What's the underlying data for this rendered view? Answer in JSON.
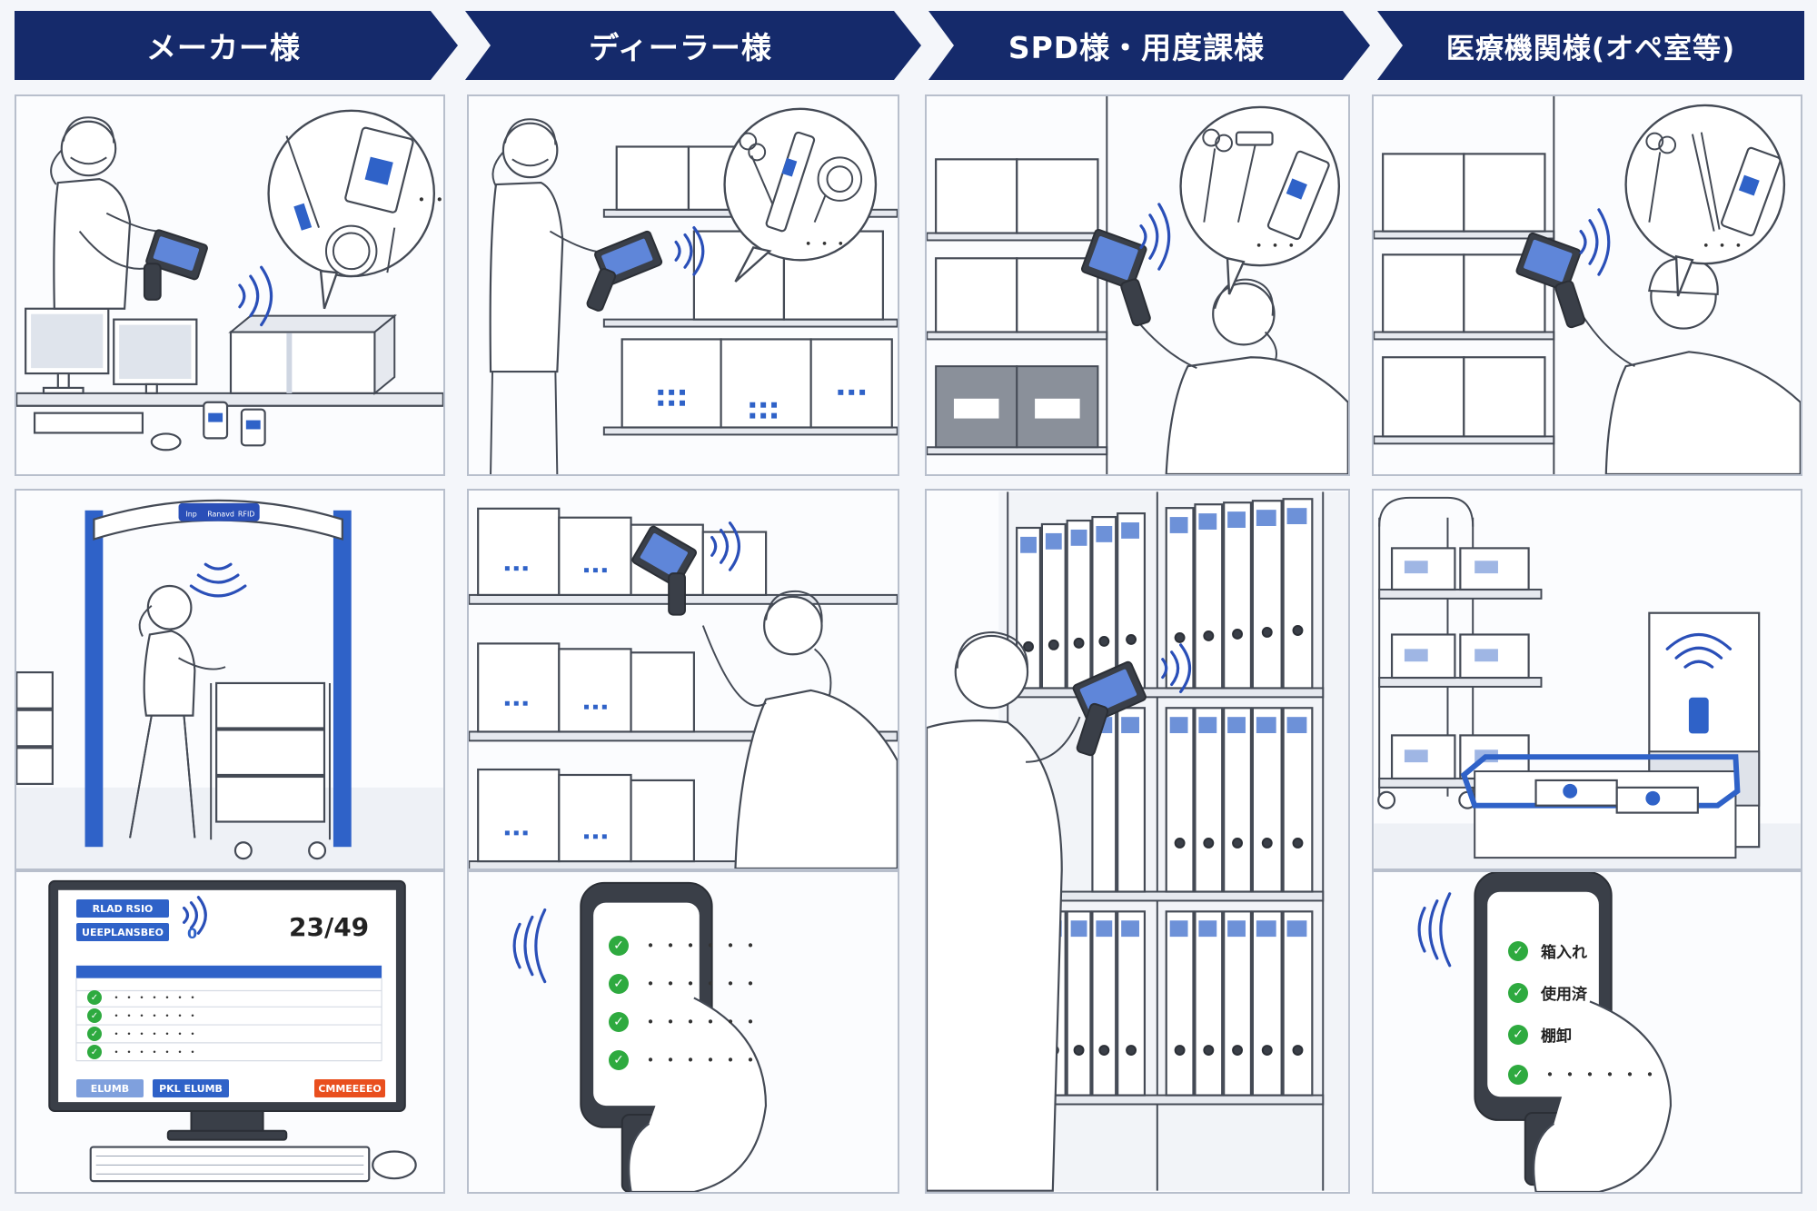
{
  "headers": [
    {
      "label": "メーカー様"
    },
    {
      "label": "ディーラー様"
    },
    {
      "label": "SPD様・用度課様"
    },
    {
      "label": "医療機関様(オペ室等)"
    }
  ],
  "monitor": {
    "btn_read": "RLAD RSIO",
    "btn_user": "UEEPLANSBEO",
    "count_left": "0",
    "count_main": "23/49",
    "row_dots": "・・・・・・・",
    "btn_clear": "ELUMB",
    "btn_all_clear": "PKL ELUMB",
    "btn_confirm": "CMMEEEEO"
  },
  "dealer_phone": {
    "dots": "・・・・・・"
  },
  "hospital_phone": {
    "items": [
      "箱入れ",
      "使用済",
      "棚卸"
    ],
    "dots": "・・・・・・"
  },
  "gate_sign": {
    "left": "Inp",
    "middle": "Ranavd",
    "right": "RFID"
  },
  "bubble_more": "・・・",
  "colors": {
    "header_bg": "#152a6b",
    "accent": "#2f62c8",
    "check": "#2eaa3f",
    "confirm": "#e94f1e"
  }
}
